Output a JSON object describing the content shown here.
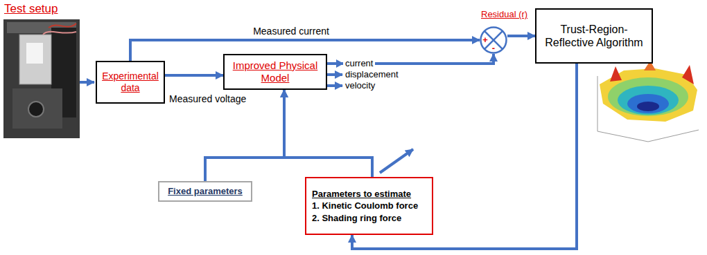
{
  "diagram": {
    "nodes": [
      {
        "text": [
          "Experimental data"
        ]
      },
      {
        "text": [
          "Improved Physical Model"
        ]
      },
      {
        "text": [
          "+",
          "-"
        ]
      },
      {
        "text": [
          "Trust-Region-Reflective Algorithm"
        ]
      },
      {
        "text": [
          "Fixed parameters"
        ]
      },
      {
        "text": [
          "Parameters to estimate",
          "1. Kinetic Coulomb force",
          "2. Shading ring force"
        ]
      }
    ],
    "edges": [
      {
        "from": 0,
        "to": 2,
        "label": "Measured current",
        "arrow": "to"
      },
      {
        "from": 0,
        "to": 1,
        "label": "Measured voltage",
        "arrow": "to"
      },
      {
        "from": 1,
        "to": 2,
        "label": "current",
        "arrow": "to"
      },
      {
        "from": 2,
        "to": 3,
        "arrow": "to"
      },
      {
        "from": 3,
        "to": 5,
        "arrow": "to"
      },
      {
        "from": 4,
        "to": 1,
        "arrow": "to"
      },
      {
        "from": 5,
        "to": 1,
        "arrow": "to"
      }
    ],
    "labels": [
      "Test setup",
      "Residual (r)",
      "displacement",
      "velocity"
    ]
  }
}
